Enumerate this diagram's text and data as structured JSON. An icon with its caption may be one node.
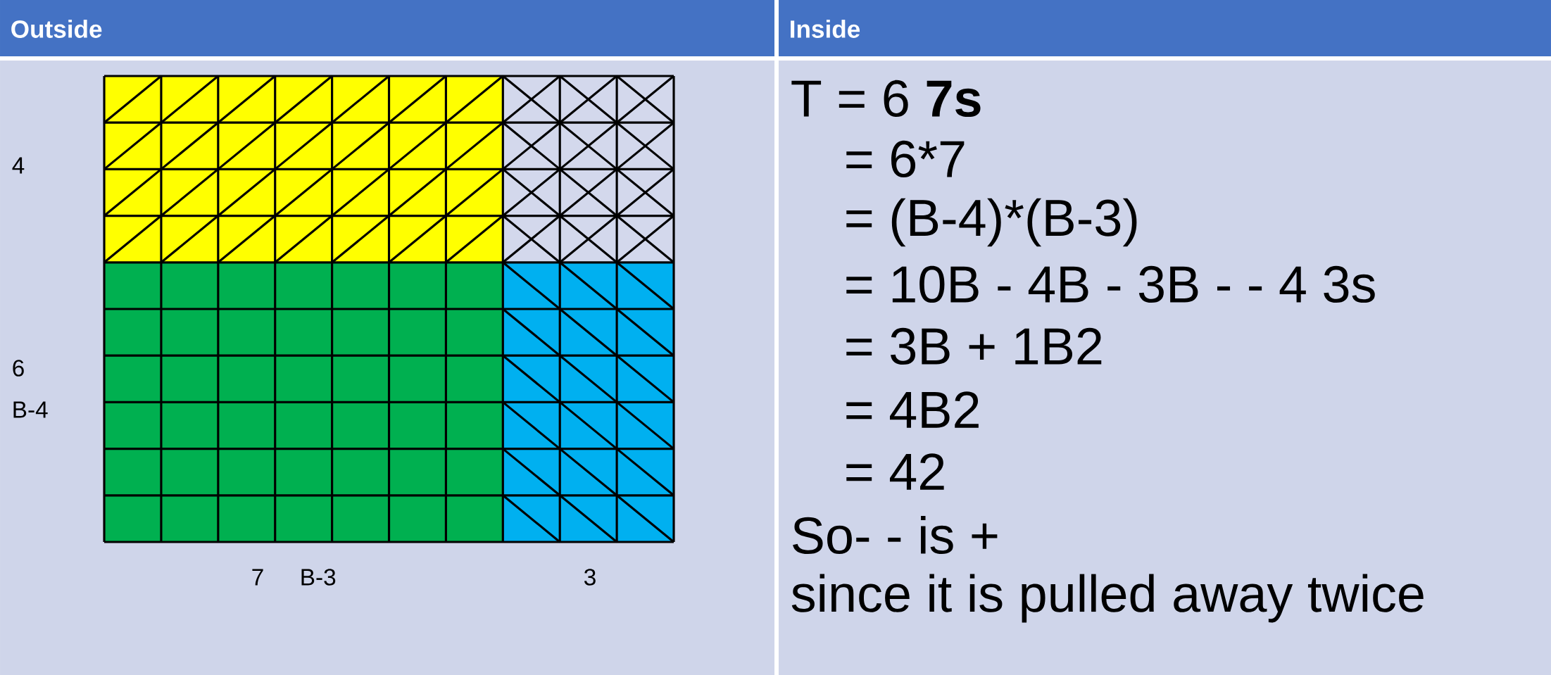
{
  "diagram": {
    "labels": [
      "Outside",
      "Inside",
      "4",
      "6",
      "B-4",
      "7",
      "B-3",
      "3",
      "T = 6 **7s**",
      "= 6*7",
      "= (B-4)*(B-3)",
      "= 10B - 4B - 3B - - 4 3s",
      "= 3B + 1B2",
      "= 4B2",
      "= 42",
      "So- - is +",
      "since it is pulled away twice"
    ]
  }
}
